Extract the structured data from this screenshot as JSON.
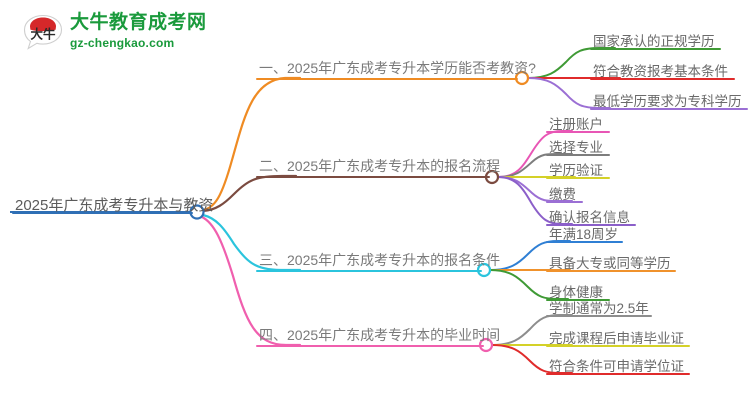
{
  "brand": {
    "logo_icon": "speech-bubble-logo-icon",
    "logo_mark_text": "大牛",
    "name_cn": "大牛教育成考网",
    "name_en": "gz-chengkao.com",
    "color_green": "#1a9a3c",
    "color_red": "#d5282a"
  },
  "mindmap": {
    "root": {
      "label": "2025年广东成考专升本与教资",
      "color": "#2f6fb5"
    },
    "branches": [
      {
        "index": "1",
        "label": "一、2025年广东成考专升本学历能否考教资?",
        "color": "#ef8b23",
        "children": [
          {
            "label": "国家承认的正规学历",
            "color": "#3f9a35"
          },
          {
            "label": "符合教资报考基本条件",
            "color": "#e02b2b"
          },
          {
            "label": "最低学历要求为专科学历",
            "color": "#9b6fd4"
          }
        ]
      },
      {
        "index": "2",
        "label": "二、2025年广东成考专升本的报名流程",
        "color": "#7b4b40",
        "children": [
          {
            "label": "注册账户",
            "color": "#e856b5"
          },
          {
            "label": "选择专业",
            "color": "#7d7d7d"
          },
          {
            "label": "学历验证",
            "color": "#d4d128"
          },
          {
            "label": "缴费",
            "color": "#9b6fd4"
          },
          {
            "label": "确认报名信息",
            "color": "#8b5fc9"
          }
        ]
      },
      {
        "index": "3",
        "label": "三、2025年广东成考专升本的报名条件",
        "color": "#2bc4dd",
        "children": [
          {
            "label": "年满18周岁",
            "color": "#2f7fd4"
          },
          {
            "label": "具备大专或同等学历",
            "color": "#f0922c"
          },
          {
            "label": "身体健康",
            "color": "#3f9a35"
          }
        ]
      },
      {
        "index": "4",
        "label": "四、2025年广东成考专升本的毕业时间",
        "color": "#f05fae",
        "children": [
          {
            "label": "学制通常为2.5年",
            "color": "#8d8d8d"
          },
          {
            "label": "完成课程后申请毕业证",
            "color": "#d4d128"
          },
          {
            "label": "符合条件可申请学位证",
            "color": "#e02b2b"
          }
        ]
      }
    ]
  }
}
